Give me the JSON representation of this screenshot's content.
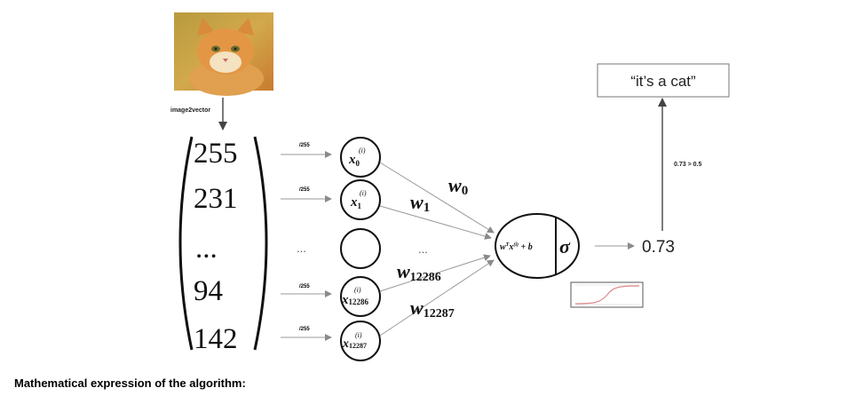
{
  "labels": {
    "image_op": "image2vector",
    "scale_op": "/255",
    "ellipsis": "...",
    "compare": "0.73 > 0.5",
    "output_value": "0.73",
    "result": "“it’s a cat”",
    "caption": "Mathematical expression of the algorithm:",
    "sigma": "σ",
    "linear": {
      "w": "w",
      "T": "T",
      "x": "x",
      "sup": "(i)",
      "rest": " + b"
    }
  },
  "vector_values": [
    "255",
    "231",
    "...",
    "94",
    "142"
  ],
  "inputs": [
    {
      "base": "x",
      "sub": "0",
      "sup": "(i)"
    },
    {
      "base": "x",
      "sub": "1",
      "sup": "(i)"
    },
    {
      "base": "",
      "sub": "",
      "sup": ""
    },
    {
      "base": "x",
      "sub": "12286",
      "sup": "(i)"
    },
    {
      "base": "x",
      "sub": "12287",
      "sup": "(i)"
    }
  ],
  "weights": [
    {
      "base": "w",
      "sub": "0"
    },
    {
      "base": "w",
      "sub": "1"
    },
    {
      "base": "w",
      "sub": "12286"
    },
    {
      "base": "w",
      "sub": "12287"
    }
  ],
  "colors": {
    "line": "#9a9a9a",
    "arrow_dark": "#555555",
    "cat_fur": "#d98a3a",
    "cat_bg": "#c9a24c",
    "sigmoid": "#e08a8a"
  },
  "icons": {
    "cat_image": "cat-photo",
    "sigmoid_plot": "sigmoid-curve-icon"
  }
}
